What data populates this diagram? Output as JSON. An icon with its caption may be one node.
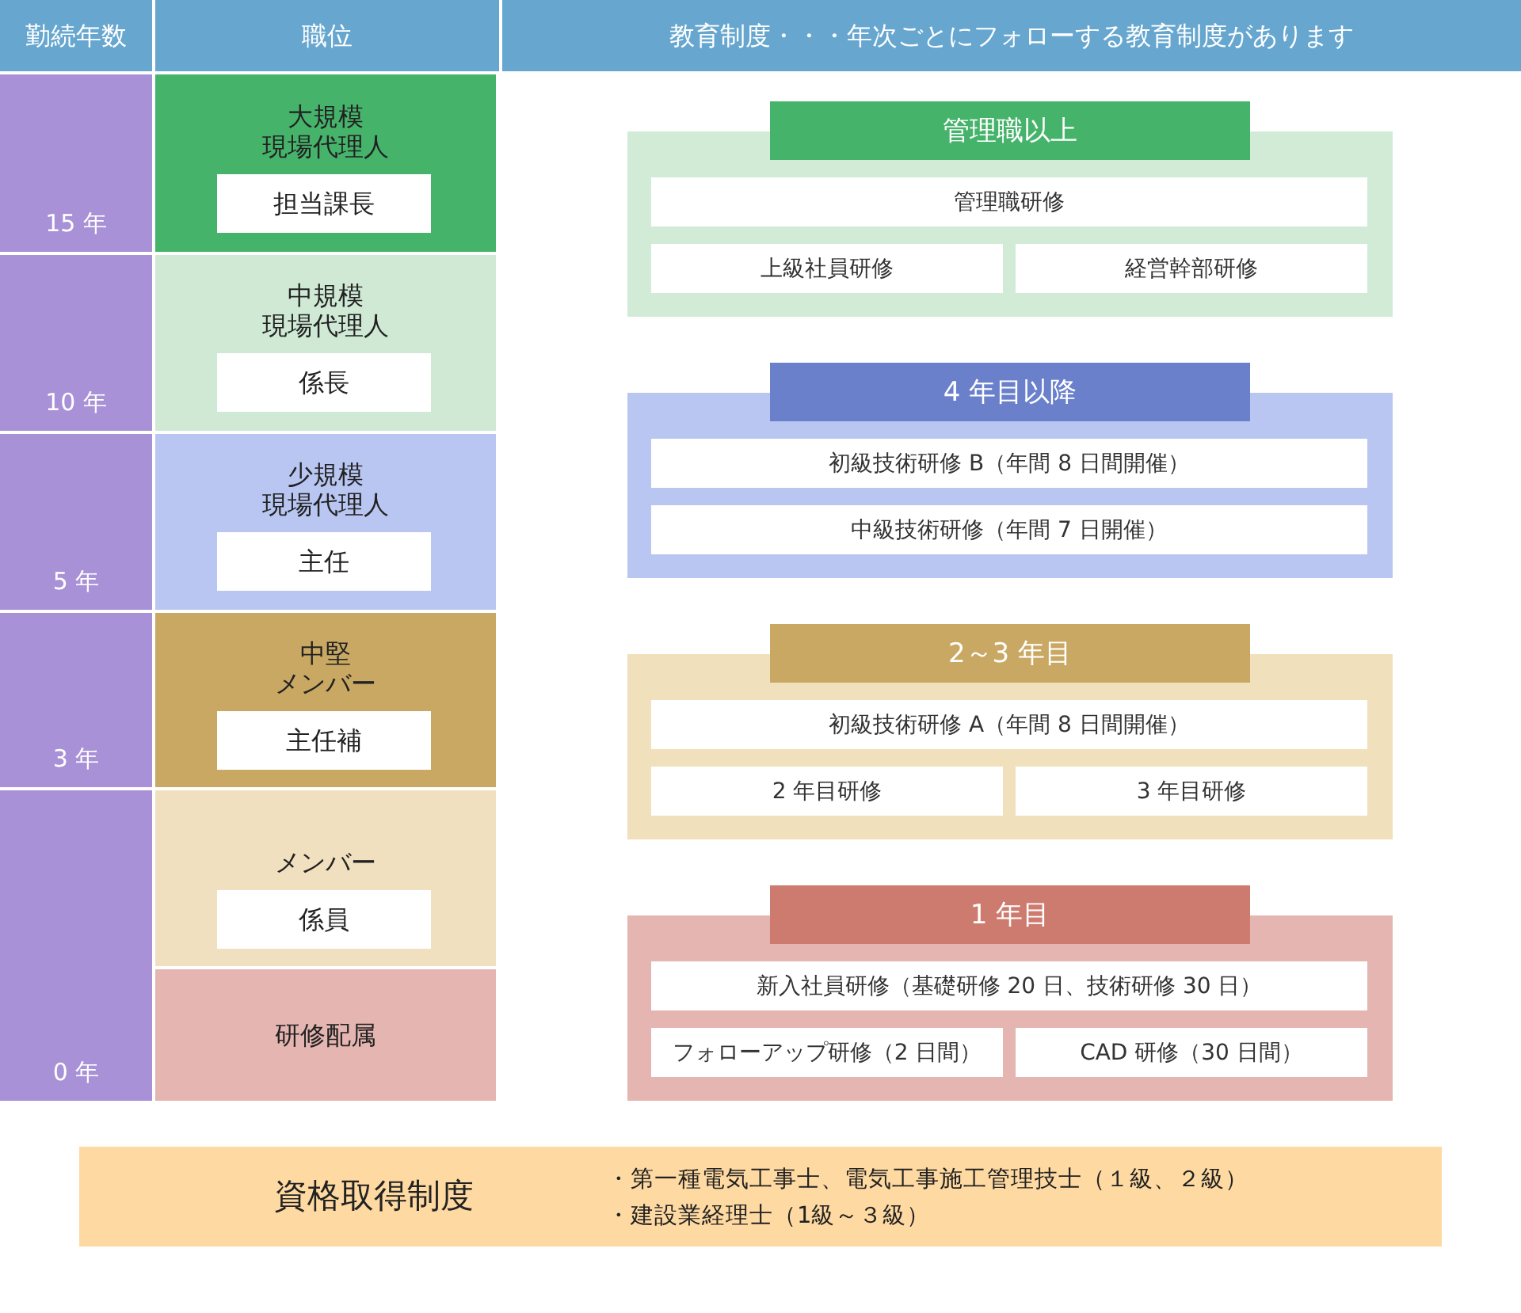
{
  "diagram": {
    "nodes": [
      {
        "text": [
          "勤続年数"
        ]
      },
      {
        "text": [
          "職位"
        ]
      },
      {
        "text": [
          "教育制度・・・年次ごとにフォローする教育制度があります"
        ]
      },
      {
        "text": [
          "15 年"
        ]
      },
      {
        "text": [
          "大規模現場代理人"
        ]
      },
      {
        "text": [
          "担当課長"
        ],
        "in": 4
      },
      {
        "text": [
          "10 年"
        ]
      },
      {
        "text": [
          "中規模現場代理人"
        ]
      },
      {
        "text": [
          "係長"
        ],
        "in": 7
      },
      {
        "text": [
          "5 年"
        ]
      },
      {
        "text": [
          "少規模現場代理人"
        ]
      },
      {
        "text": [
          "主任"
        ],
        "in": 10
      },
      {
        "text": [
          "3 年"
        ]
      },
      {
        "text": [
          "中堅メンバー"
        ]
      },
      {
        "text": [
          "主任補"
        ],
        "in": 13
      },
      {
        "text": [
          "0 年"
        ]
      },
      {
        "text": [
          "メンバー"
        ]
      },
      {
        "text": [
          "係員"
        ],
        "in": 16
      },
      {
        "text": [
          "研修配属"
        ]
      },
      {
        "text": [
          "管理職以上"
        ]
      },
      {
        "text": [],
        "shape": "box"
      },
      {
        "text": [
          "管理職研修"
        ],
        "in": 20
      },
      {
        "text": [
          "上級社員研修"
        ],
        "in": 20
      },
      {
        "text": [
          "経営幹部研修"
        ],
        "in": 20
      },
      {
        "text": [
          "4 年目以降"
        ]
      },
      {
        "text": [],
        "shape": "box"
      },
      {
        "text": [
          "初級技術研修 B（年間 8 日間開催）"
        ],
        "in": 25
      },
      {
        "text": [
          "中級技術研修（年間 7 日開催）"
        ],
        "in": 25
      },
      {
        "text": [
          "2～3 年目"
        ]
      },
      {
        "text": [],
        "shape": "box"
      },
      {
        "text": [
          "初級技術研修 A（年間 8 日間開催）"
        ],
        "in": 29
      },
      {
        "text": [
          "2 年目研修"
        ],
        "in": 29
      },
      {
        "text": [
          "3 年目研修"
        ],
        "in": 29
      },
      {
        "text": [
          "1 年目"
        ]
      },
      {
        "text": [],
        "shape": "box"
      },
      {
        "text": [
          "新入社員研修（基礎研修 20 日、技術研修 30 日）"
        ],
        "in": 34
      },
      {
        "text": [
          "フォローアップ研修（2 日間）"
        ],
        "in": 34
      },
      {
        "text": [
          "CAD 研修（30 日間）"
        ],
        "in": 34
      },
      {
        "text": [
          "資格取得制度",
          "・第一種電気工事士、電気工事施工管理技士（１級、２級）",
          "・建設業経理士（1級～３級）"
        ]
      }
    ]
  }
}
